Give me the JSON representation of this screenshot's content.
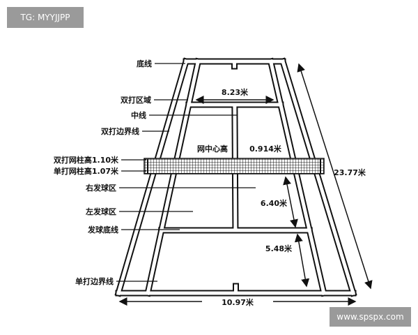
{
  "watermarks": {
    "top_left": "TG: MYYJJPP",
    "bottom_right": "www.spspx.com"
  },
  "labels": {
    "baseline": "底线",
    "doubles_alley": "双打区域",
    "center_line": "中线",
    "doubles_sideline": "双打边界线",
    "doubles_post_height": "双打网柱高1.10米",
    "singles_post_height": "单打网柱高1.07米",
    "right_service_box": "右发球区",
    "left_service_box": "左发球区",
    "service_line": "发球底线",
    "singles_sideline": "单打边界线",
    "net_center_height": "网中心高"
  },
  "dimensions": {
    "singles_width": "8.23米",
    "net_center": "0.914米",
    "court_length": "23.77米",
    "service_box_length": "6.40米",
    "backcourt_length": "5.48米",
    "doubles_width": "10.97米"
  },
  "colors": {
    "line": "#111111",
    "court": "#ffffff",
    "watermark": "#9a9a9a"
  }
}
